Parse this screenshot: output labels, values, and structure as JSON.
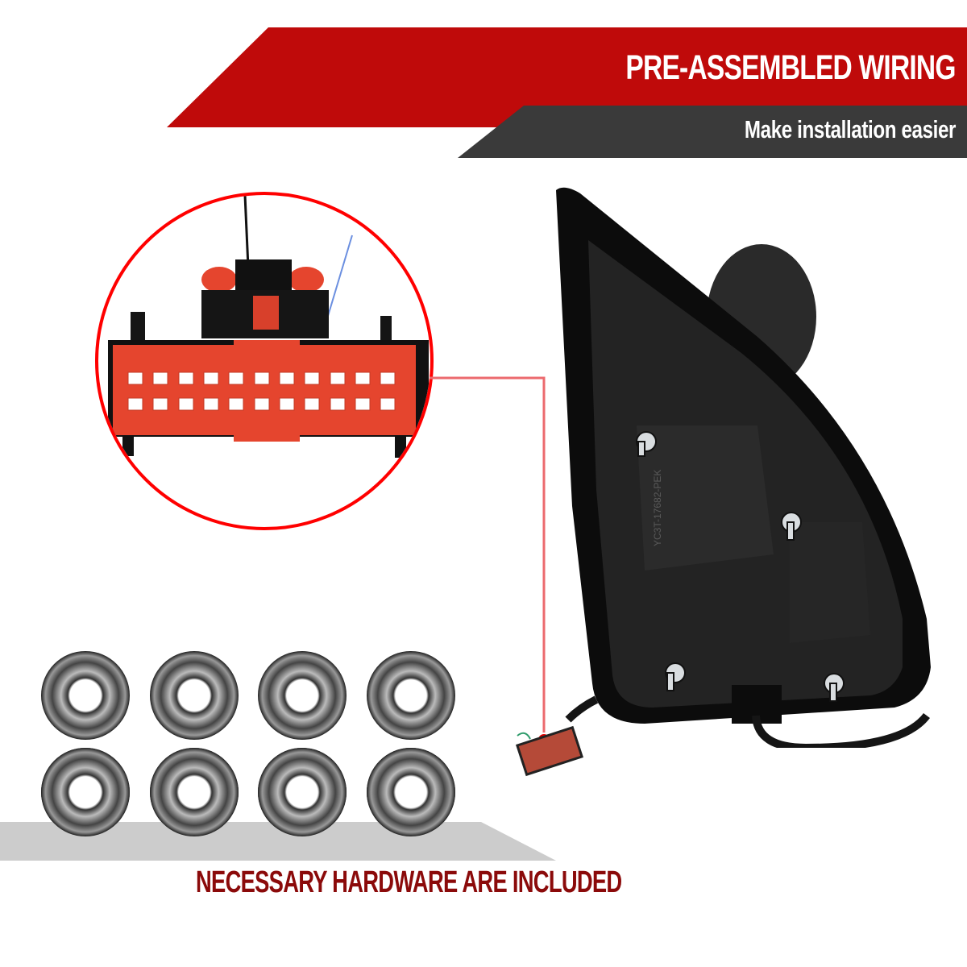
{
  "header": {
    "title": "PRE-ASSEMBLED WIRING",
    "subtitle": "Make installation easier",
    "colors": {
      "red_banner": "#bf0a0a",
      "dark_banner": "#3a3a3a",
      "text": "#ffffff"
    }
  },
  "callout": {
    "subject": "20-pin wiring harness connector",
    "icon": "connector-zoom-icon",
    "circle_color": "#ff0000",
    "leader_color": "#ec6a6e",
    "connector_color": "#e5452e",
    "pin_rows": 2,
    "pins_per_row": 11
  },
  "product": {
    "icon": "side-mirror-rear-housing-icon",
    "studs": 4,
    "housing_color": "#1e1e1e"
  },
  "hardware": {
    "icon": "flange-nut-icon",
    "count": 8,
    "rows": 2,
    "per_row": 4,
    "caption": "NECESSARY HARDWARE ARE INCLUDED",
    "caption_color": "#8b0a0a",
    "shelf_color": "#cccccc"
  }
}
